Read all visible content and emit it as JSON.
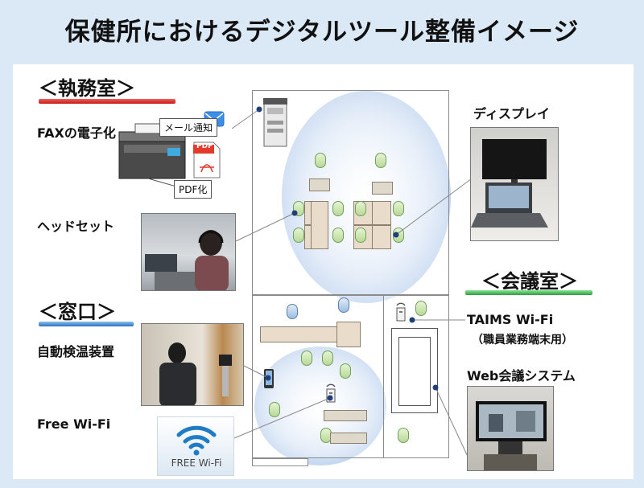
{
  "title": "保健所におけるデジタルツール整備イメージ",
  "sections": {
    "office": "＜執務室＞",
    "counter": "＜窓口＞",
    "meeting": "＜会議室＞"
  },
  "labels": {
    "fax": "FAXの電子化",
    "headset": "ヘッドセット",
    "display": "ディスプレイ",
    "thermometer": "自動検温装置",
    "free_wifi": "Free Wi-Fi",
    "taims_wifi": "TAIMS Wi-Fi",
    "taims_note": "（職員業務端末用）",
    "web_meeting": "Web会議システム"
  },
  "fax_callouts": {
    "mail": "メール通知",
    "pdf_conv": "PDF化",
    "pdf_icon": "PDF"
  },
  "wifi_sign": "FREE Wi-Fi",
  "icons": [
    "mail-icon",
    "pdf-icon",
    "wifi-icon",
    "router-icon",
    "tablet-icon"
  ],
  "colors": {
    "background": "#dbe9f6",
    "office_line": "#d42020",
    "counter_line": "#2d6fbf",
    "meeting_line": "#27a040",
    "seat_green": "#c8e3aa",
    "seat_blue": "#a9c6e6"
  }
}
